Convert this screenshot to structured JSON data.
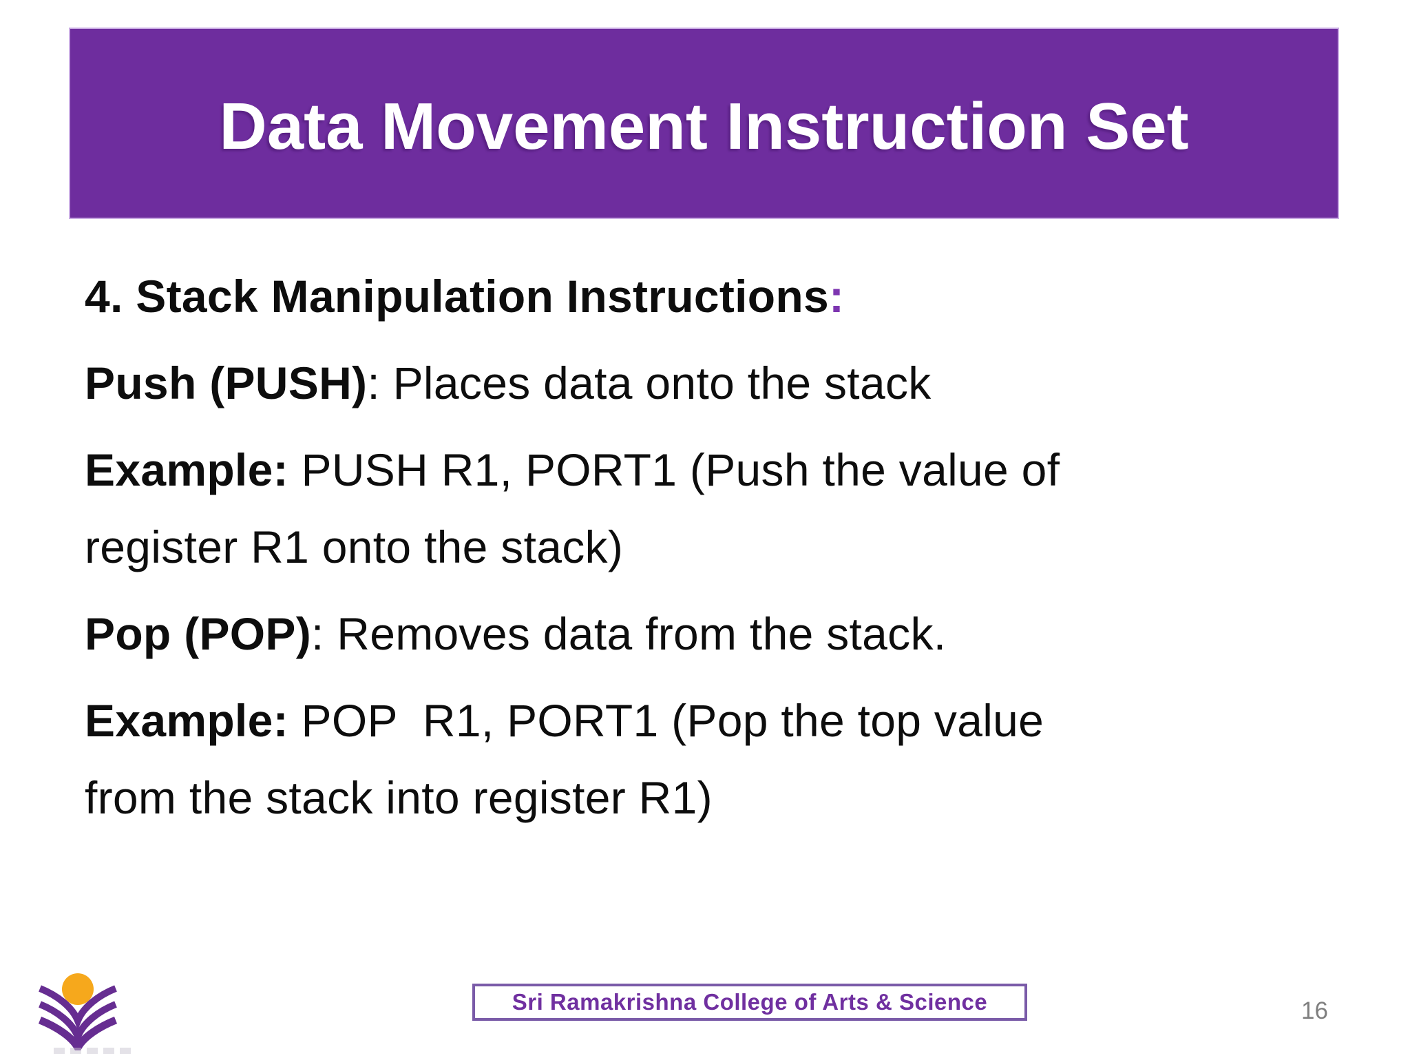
{
  "slide": {
    "title": "Data Movement Instruction Set",
    "footer": "Sri Ramakrishna College of Arts & Science",
    "page_number": "16"
  },
  "body": {
    "lines": [
      {
        "paragraph_start": true,
        "segments": [
          {
            "text": "4. Stack Manipulation Instructions",
            "bold": true,
            "color": "black"
          },
          {
            "text": ":",
            "bold": true,
            "color": "purple"
          }
        ]
      },
      {
        "paragraph_start": true,
        "segments": [
          {
            "text": "Push (PUSH)",
            "bold": true,
            "color": "black"
          },
          {
            "text": ": Places data onto the stack",
            "bold": false,
            "color": "black"
          }
        ]
      },
      {
        "paragraph_start": true,
        "segments": [
          {
            "text": "Example:",
            "bold": true,
            "color": "black"
          },
          {
            "text": " PUSH R1, PORT1 (Push the value of",
            "bold": false,
            "color": "black"
          }
        ]
      },
      {
        "paragraph_start": false,
        "segments": [
          {
            "text": "register R1 onto the stack)",
            "bold": false,
            "color": "black"
          }
        ]
      },
      {
        "paragraph_start": true,
        "segments": [
          {
            "text": "Pop (POP)",
            "bold": true,
            "color": "black"
          },
          {
            "text": ": Removes data from the stack.",
            "bold": false,
            "color": "black"
          }
        ]
      },
      {
        "paragraph_start": true,
        "segments": [
          {
            "text": "Example:",
            "bold": true,
            "color": "black"
          },
          {
            "text": " POP  R1, PORT1 (Pop the top value",
            "bold": false,
            "color": "black"
          }
        ]
      },
      {
        "paragraph_start": false,
        "segments": [
          {
            "text": "from the stack into register R1)",
            "bold": false,
            "color": "black"
          }
        ]
      }
    ]
  },
  "icons": {
    "logo": "open-book-with-rising-sun"
  },
  "colors": {
    "banner": "#6E2D9E",
    "banner_edge": "#C9ABE3",
    "title_text": "#FFFFFF",
    "body_text": "#0D0D0D",
    "accent_colon": "#7D35B0",
    "footer_text": "#7030A0",
    "footer_border": "#7A5BA8",
    "page_number": "#7F7F7F",
    "logo_sun": "#F6A81C",
    "logo_book": "#662D91"
  }
}
